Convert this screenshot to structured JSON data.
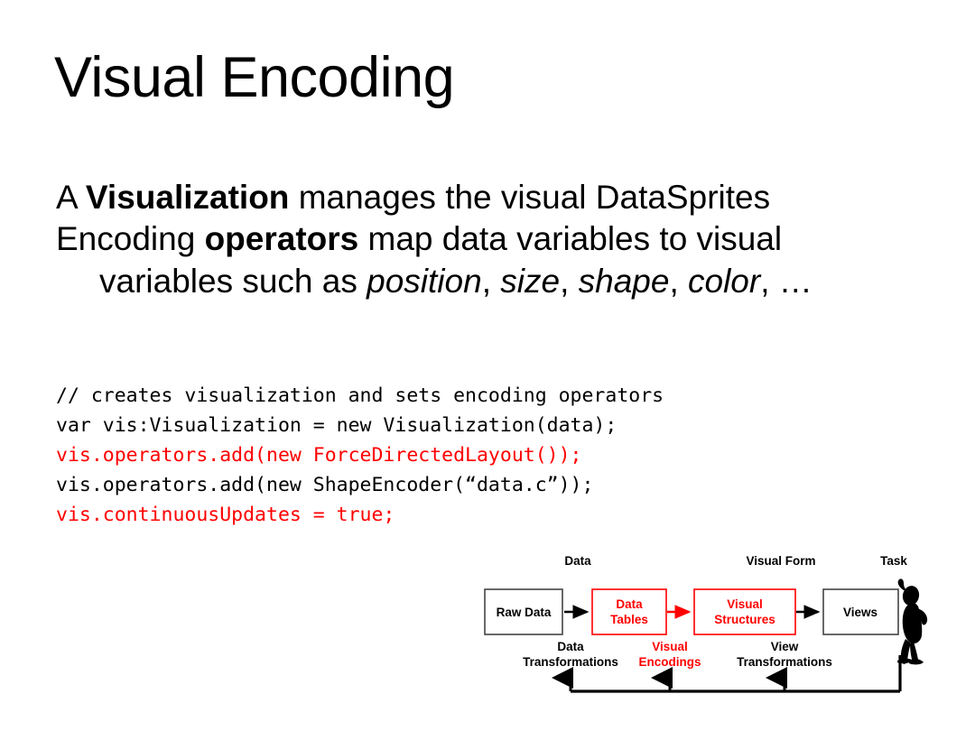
{
  "slide": {
    "title": "Visual Encoding"
  },
  "body": {
    "lines": [
      {
        "id": "line-1",
        "indent": false,
        "parts": [
          {
            "text": "A ",
            "style": "normal"
          },
          {
            "text": "Visualization",
            "style": "bold"
          },
          {
            "text": " manages the visual DataSprites",
            "style": "normal"
          }
        ]
      },
      {
        "id": "line-2",
        "indent": false,
        "parts": [
          {
            "text": "Encoding ",
            "style": "normal"
          },
          {
            "text": "operators",
            "style": "bold"
          },
          {
            "text": " map data variables to visual",
            "style": "normal"
          }
        ]
      },
      {
        "id": "line-3",
        "indent": true,
        "parts": [
          {
            "text": "variables such as ",
            "style": "normal"
          },
          {
            "text": "position",
            "style": "italic"
          },
          {
            "text": ", ",
            "style": "normal"
          },
          {
            "text": "size",
            "style": "italic"
          },
          {
            "text": ", ",
            "style": "normal"
          },
          {
            "text": "shape",
            "style": "italic"
          },
          {
            "text": ", ",
            "style": "normal"
          },
          {
            "text": "color",
            "style": "italic"
          },
          {
            "text": ", …",
            "style": "normal"
          }
        ]
      }
    ]
  },
  "code": {
    "lines": [
      {
        "text": "// creates visualization and sets encoding operators",
        "color": "black"
      },
      {
        "text": "var vis:Visualization = new Visualization(data);",
        "color": "black"
      },
      {
        "text": "vis.operators.add(new ForceDirectedLayout());",
        "color": "red"
      },
      {
        "text": "vis.operators.add(new ShapeEncoder(“data.c”));",
        "color": "black"
      },
      {
        "text": "vis.continuousUpdates = true;",
        "color": "red"
      }
    ],
    "highlight_color": "#ff0000",
    "default_color": "#000000"
  },
  "diagram": {
    "name": "visualization-reference-model",
    "top_labels": [
      {
        "id": "data",
        "text": "Data"
      },
      {
        "id": "visual-form",
        "text": "Visual Form"
      },
      {
        "id": "task",
        "text": "Task"
      }
    ],
    "boxes": [
      {
        "id": "raw-data",
        "text": "Raw Data",
        "color": "#444444",
        "text_color": "#000000"
      },
      {
        "id": "data-tables",
        "line1": "Data",
        "line2": "Tables",
        "color": "#ff0000",
        "text_color": "#ff0000"
      },
      {
        "id": "visual-structures",
        "line1": "Visual",
        "line2": "Structures",
        "color": "#ff0000",
        "text_color": "#ff0000"
      },
      {
        "id": "views",
        "text": "Views",
        "color": "#444444",
        "text_color": "#000000"
      }
    ],
    "bottom_labels": [
      {
        "id": "data-transformations",
        "line1": "Data",
        "line2": "Transformations",
        "color": "#000000"
      },
      {
        "id": "visual-encodings",
        "line1": "Visual",
        "line2": "Encodings",
        "color": "#ff0000"
      },
      {
        "id": "view-transformations",
        "line1": "View",
        "line2": "Transformations",
        "color": "#000000"
      }
    ],
    "arrows": [
      {
        "id": "raw-to-tables",
        "color": "#000000"
      },
      {
        "id": "tables-to-structures",
        "color": "#ff0000"
      },
      {
        "id": "structures-to-views",
        "color": "#000000"
      }
    ],
    "human_figure": {
      "id": "human-figure",
      "color": "#000000"
    }
  }
}
